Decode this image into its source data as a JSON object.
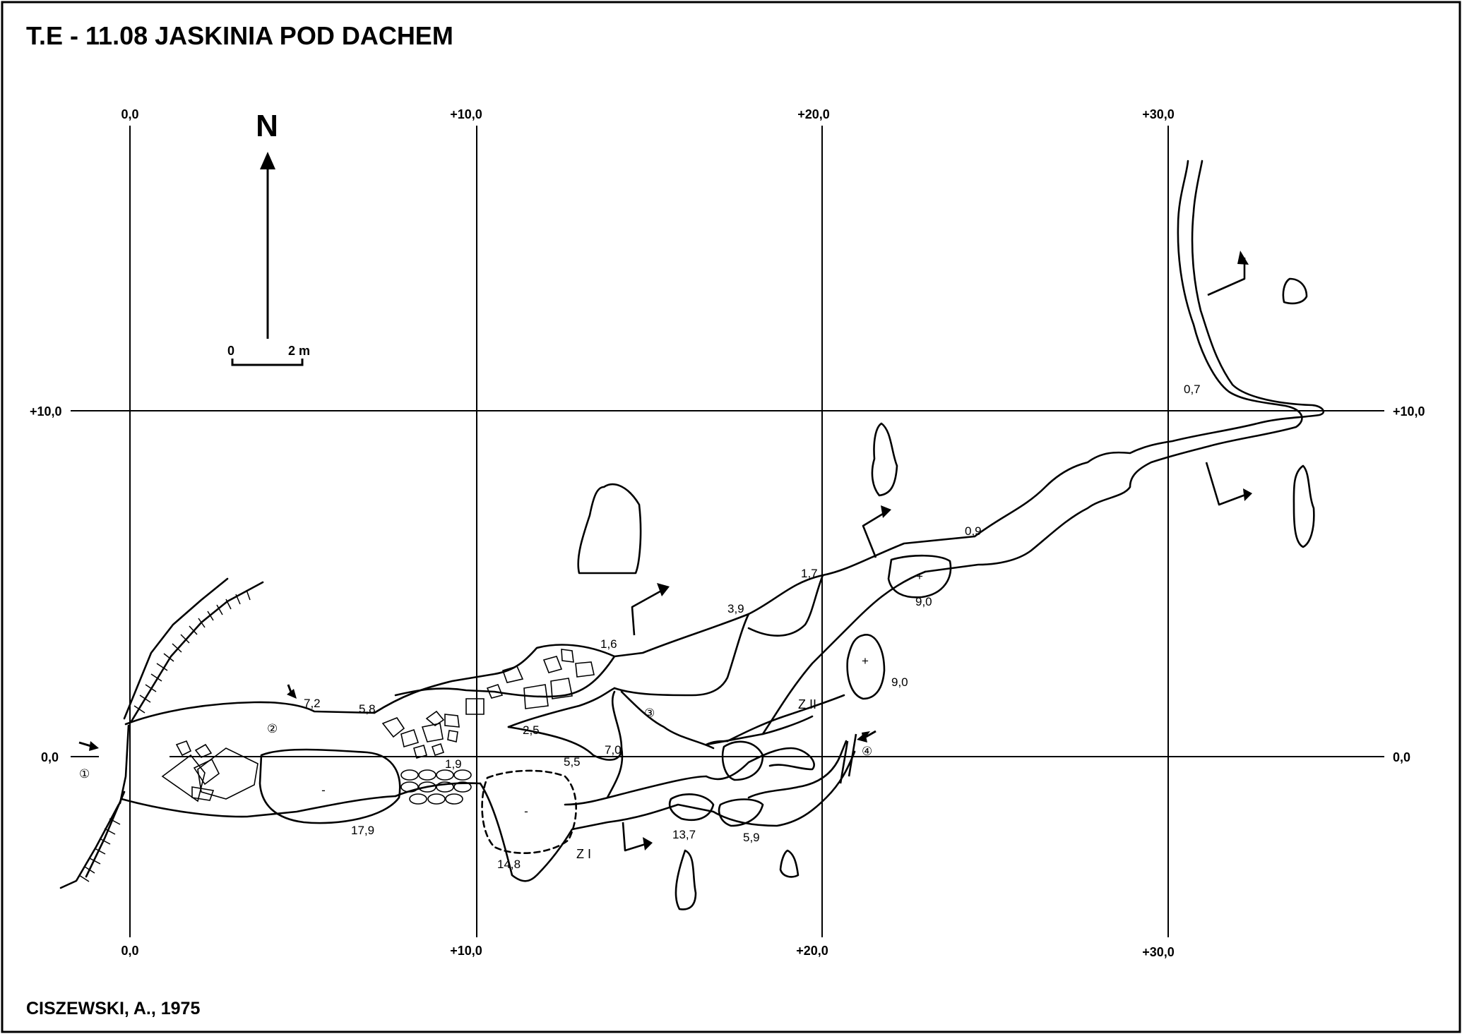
{
  "title": "T.E - 11.08  JASKINIA POD DACHEM",
  "author": "CISZEWSKI, A., 1975",
  "north_label": "N",
  "scale": {
    "start": "0",
    "end": "2 m"
  },
  "grid": {
    "top_ticks": [
      "0,0",
      "+10,0",
      "+20,0",
      "+30,0"
    ],
    "bottom_ticks": [
      "0,0",
      "+10,0",
      "+20,0",
      "+30,0"
    ],
    "left_ticks": [
      "+10,0",
      "0,0"
    ],
    "right_ticks": [
      "+10,0",
      "0,0"
    ]
  },
  "depths": [
    "7,2",
    "5,8",
    "1,6",
    "3,9",
    "1,7",
    "0,9",
    "0,7",
    "2,5",
    "1,9",
    "5,5",
    "7,0",
    "17,9",
    "14,8",
    "13,7",
    "5,9",
    "9,0",
    "9,0"
  ],
  "zones": [
    "Z II",
    "Z I"
  ],
  "entrances": [
    "①",
    "②",
    "③",
    "④"
  ],
  "shaft_signs": [
    "-",
    "-",
    "+",
    "+"
  ]
}
